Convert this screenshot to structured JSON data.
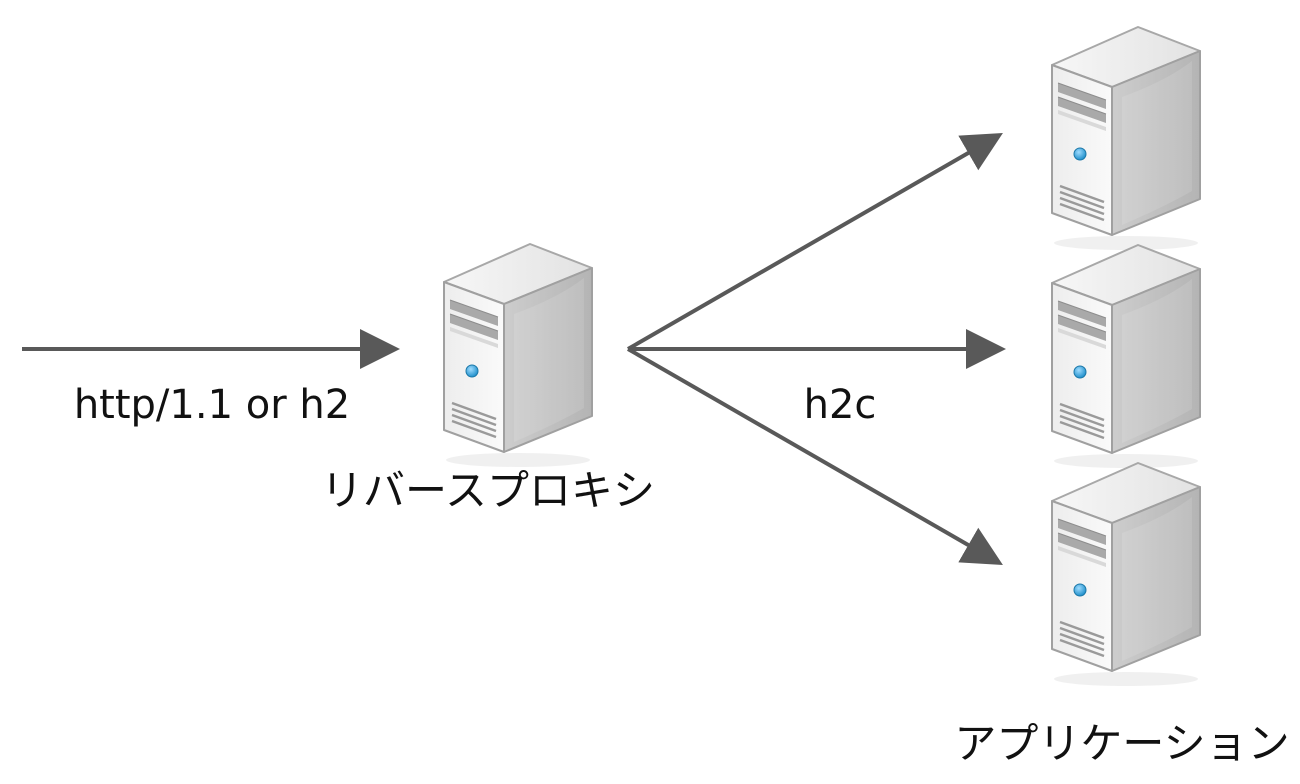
{
  "labels": {
    "incoming_protocol": "http/1.1 or h2",
    "proxy": "リバースプロキシ",
    "backend_protocol": "h2c",
    "applications": "アプリケーション"
  },
  "colors": {
    "arrow": "#595959",
    "server_light": "#f4f4f4",
    "server_mid": "#d2d2d2",
    "server_dark": "#b7b7b7",
    "server_outline": "#9e9e9e",
    "led": "#2aa3de"
  },
  "icons": {
    "server": "server-tower-icon"
  }
}
